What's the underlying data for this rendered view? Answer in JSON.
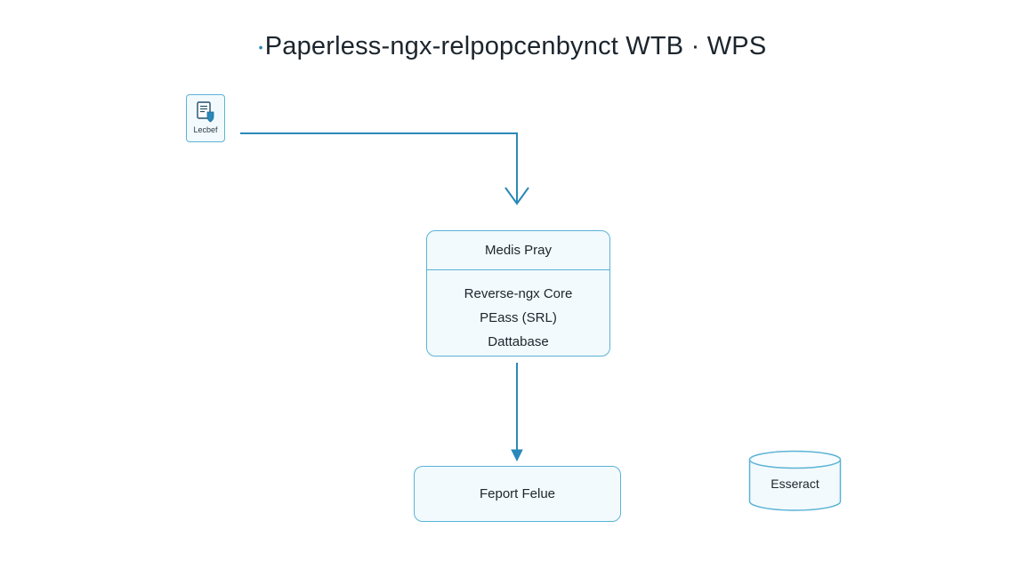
{
  "diagram": {
    "title": "Paperless-ngx-relpopcenbynct WTB · WPS",
    "nodes": {
      "source": {
        "label": "Lecbef",
        "icon": "document-shield-icon"
      },
      "media": {
        "header": "Medis Pray",
        "lines": [
          "Reverse-ngx Core",
          "PEass (SRL)",
          "Dattabase"
        ]
      },
      "report": {
        "label": "Feport Felue"
      },
      "store": {
        "label": "Esseract",
        "icon": "database-cylinder-icon"
      }
    },
    "edges": [
      {
        "from": "source",
        "to": "media"
      },
      {
        "from": "media",
        "to": "report"
      }
    ],
    "colors": {
      "accent": "#2a89b8",
      "node_border": "#5bb3d6",
      "node_fill": "#f2fafd",
      "text": "#1c252d"
    }
  }
}
